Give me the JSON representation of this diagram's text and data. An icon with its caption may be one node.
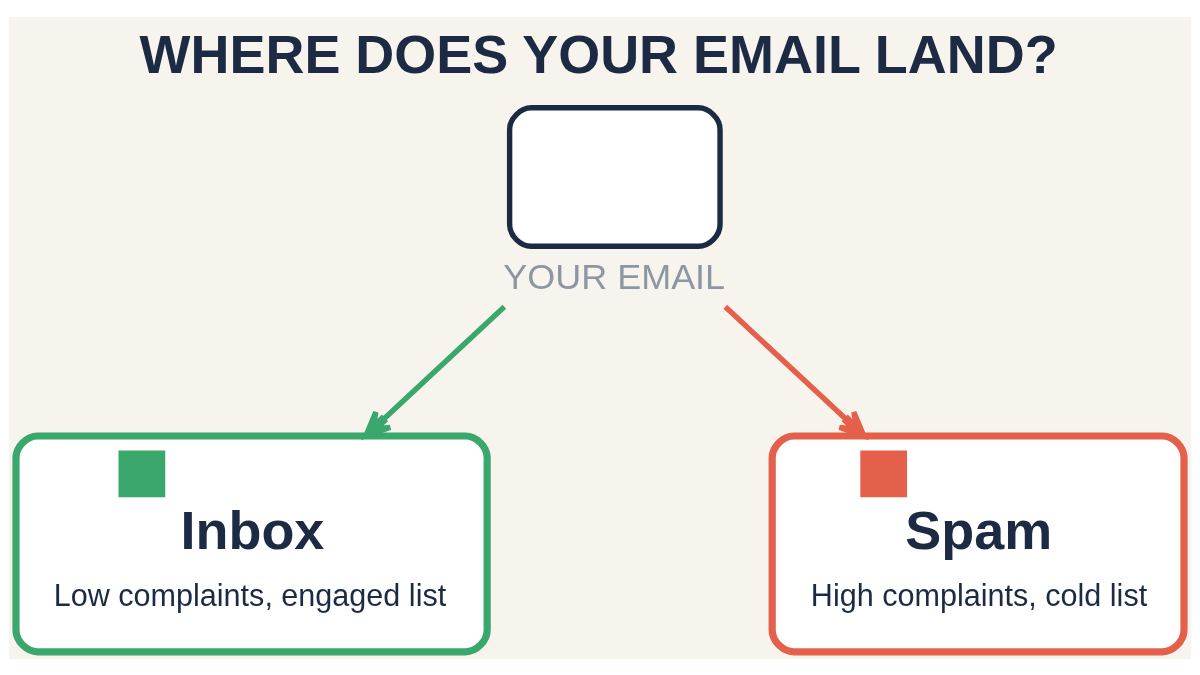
{
  "diagram": {
    "title": "WHERE DOES YOUR EMAIL LAND?",
    "nodes": [
      {
        "text": [
          "YOUR EMAIL"
        ]
      },
      {
        "text": [
          "Inbox",
          "Low complaints, engaged list"
        ]
      },
      {
        "text": [
          "Spam",
          "High complaints, cold list"
        ]
      }
    ],
    "edges": [
      {
        "from": 0,
        "to": 1,
        "arrow": "to",
        "color": "#3aa76d"
      },
      {
        "from": 0,
        "to": 2,
        "arrow": "to",
        "color": "#e5604a"
      }
    ]
  }
}
